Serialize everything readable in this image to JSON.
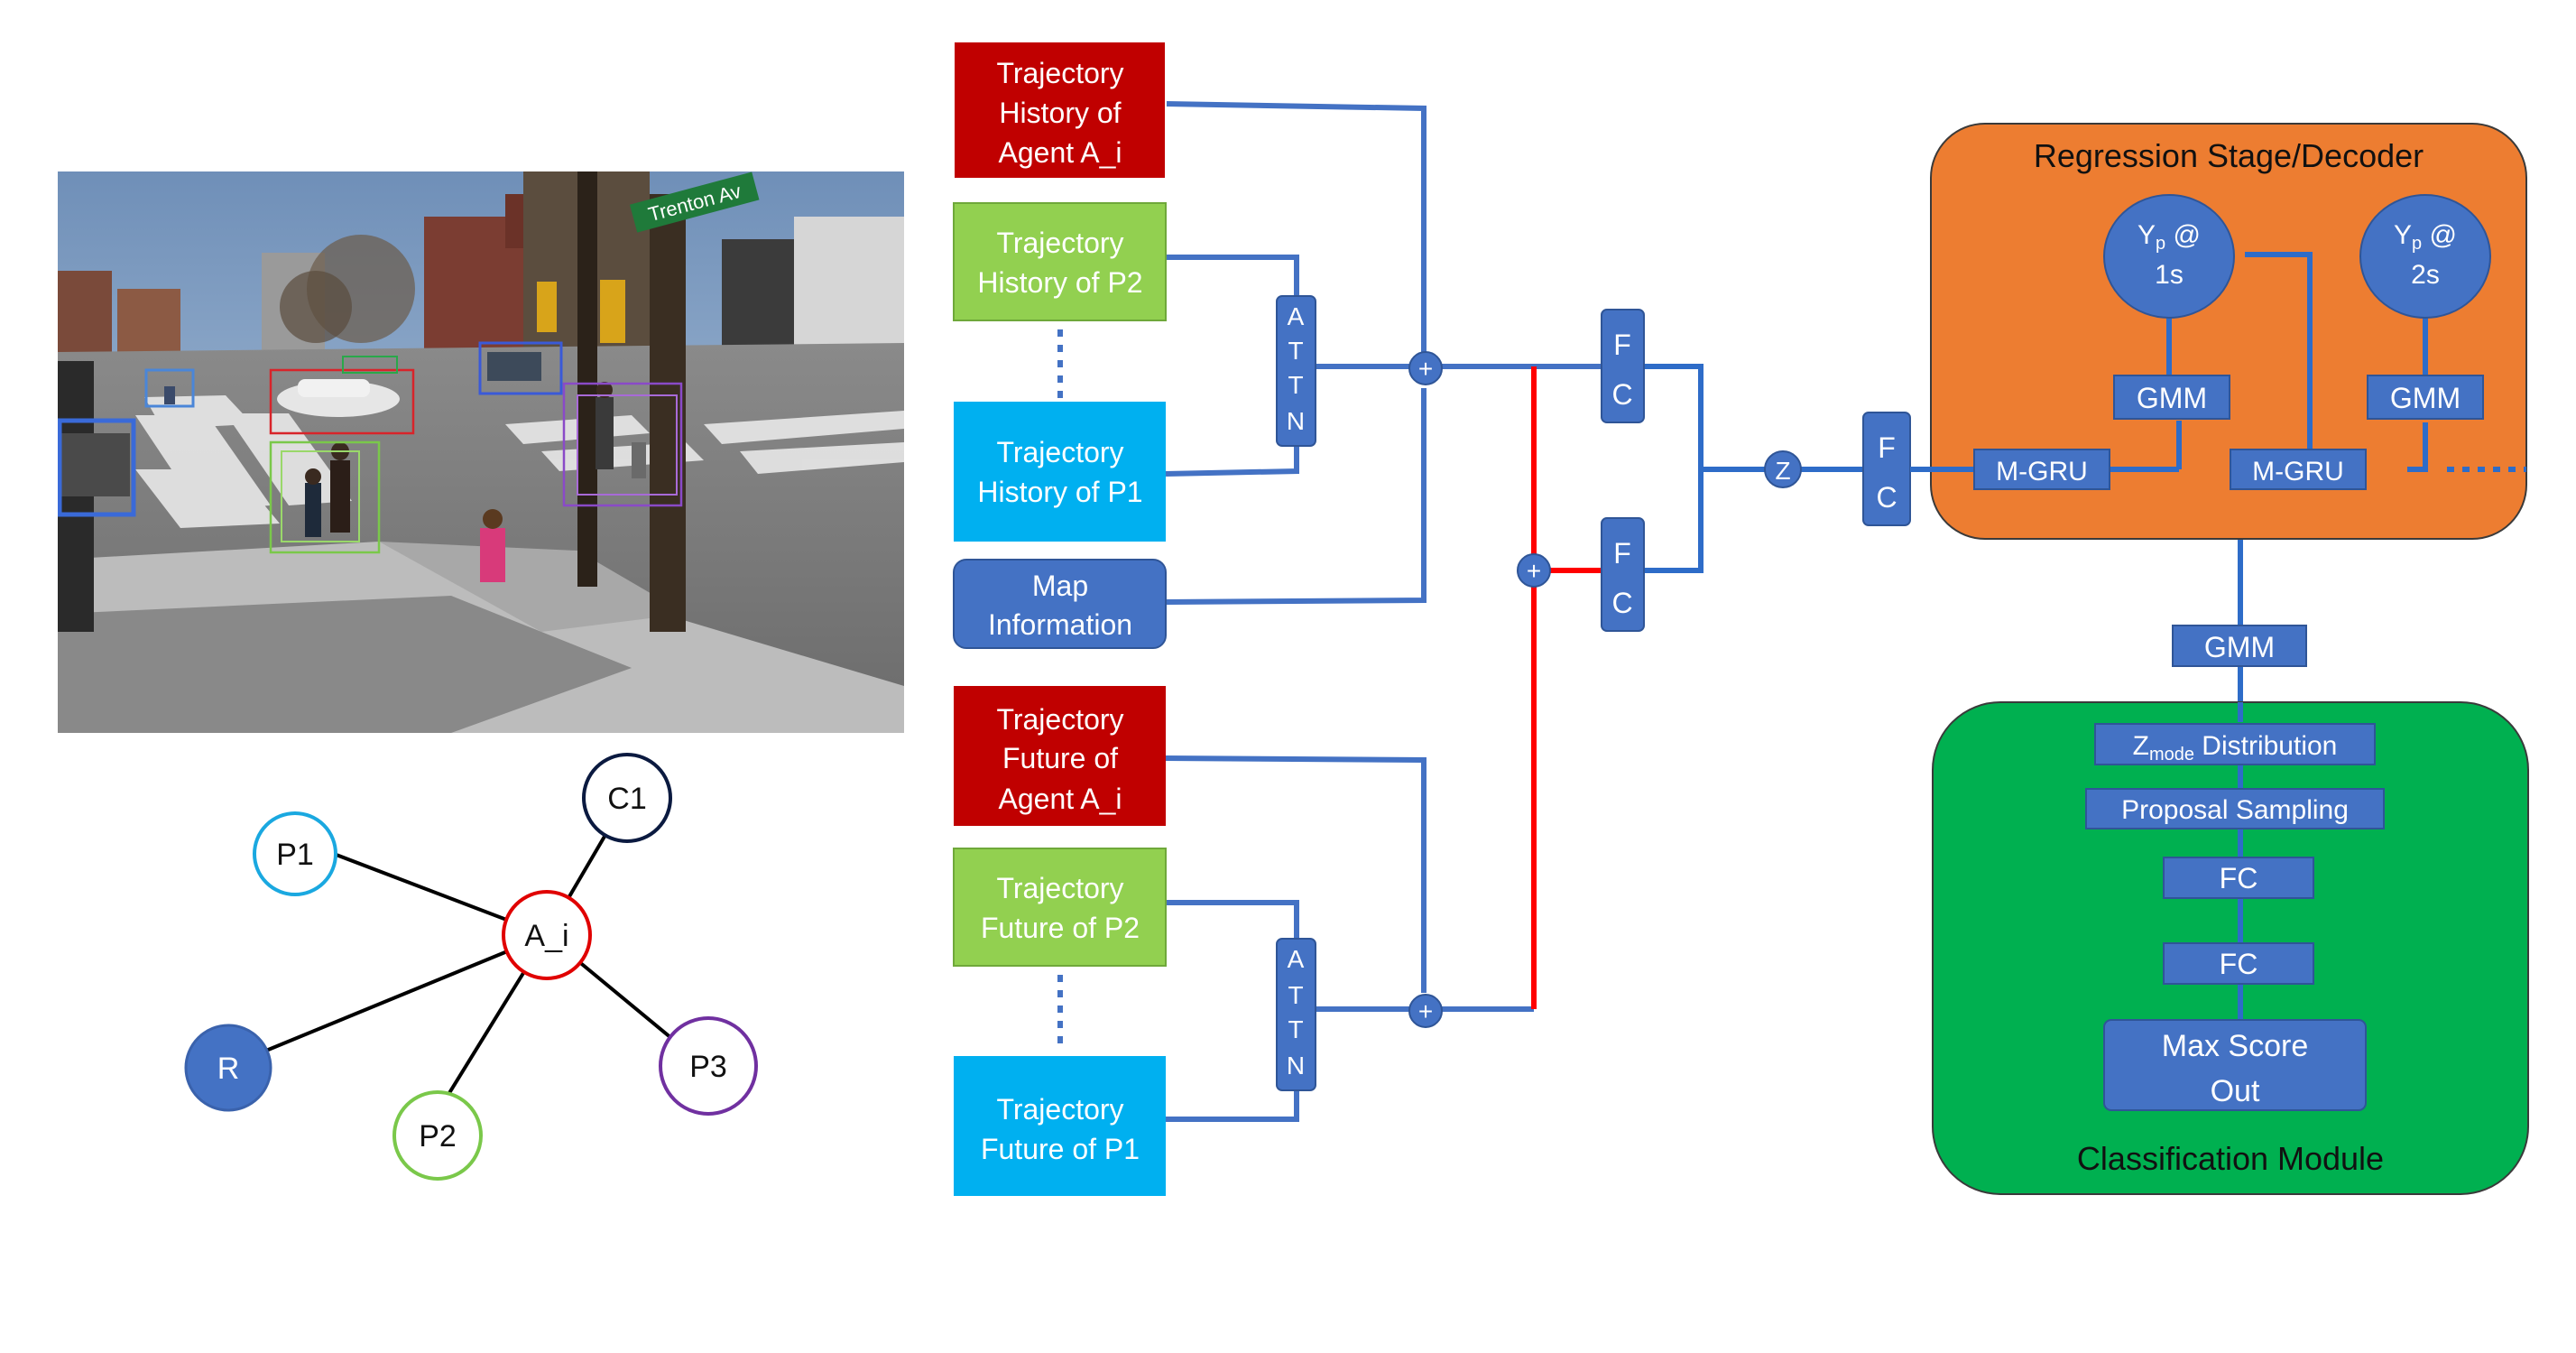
{
  "scene": {
    "street_sign": "Trenton Av"
  },
  "graph": {
    "nodes": {
      "c1": "C1",
      "p1": "P1",
      "ai": "A_i",
      "r": "R",
      "p2": "P2",
      "p3": "P3"
    }
  },
  "inputs": {
    "hist_agent": [
      "Trajectory",
      "History of",
      "Agent A_i"
    ],
    "hist_p2": [
      "Trajectory",
      "History of P2"
    ],
    "hist_p1": [
      "Trajectory",
      "History of P1"
    ],
    "map": [
      "Map",
      "Information"
    ],
    "fut_agent": [
      "Trajectory",
      "Future of",
      "Agent A_i"
    ],
    "fut_p2": [
      "Trajectory",
      "Future of P2"
    ],
    "fut_p1": [
      "Trajectory",
      "Future of P1"
    ]
  },
  "ops": {
    "attn_letters": [
      "A",
      "T",
      "T",
      "N"
    ],
    "plus": "+",
    "fc_letters": [
      "F",
      "C"
    ],
    "z": "Z"
  },
  "decoder": {
    "title": "Regression Stage/Decoder",
    "yp1": {
      "main": "Y",
      "sub": "p",
      "rest": " @",
      "line2": "1s"
    },
    "yp2": {
      "main": "Y",
      "sub": "p",
      "rest": " @",
      "line2": "2s"
    },
    "gmm": "GMM",
    "mgru": "M-GRU"
  },
  "mid_gmm": "GMM",
  "classifier": {
    "title": "Classification Module",
    "zmode": {
      "main": "Z",
      "sub": "mode",
      "rest": " Distribution"
    },
    "proposal": "Proposal Sampling",
    "fc": "FC",
    "maxscore": [
      "Max Score",
      "Out"
    ]
  },
  "colors": {
    "blue": "#4472C4",
    "red_box": "#C00000",
    "green_box": "#92D050",
    "cyan_box": "#00B0F0",
    "orange": "#ED7D31",
    "green": "#00B050",
    "red_line": "#FF0000",
    "op_blue": "#4472C4"
  }
}
